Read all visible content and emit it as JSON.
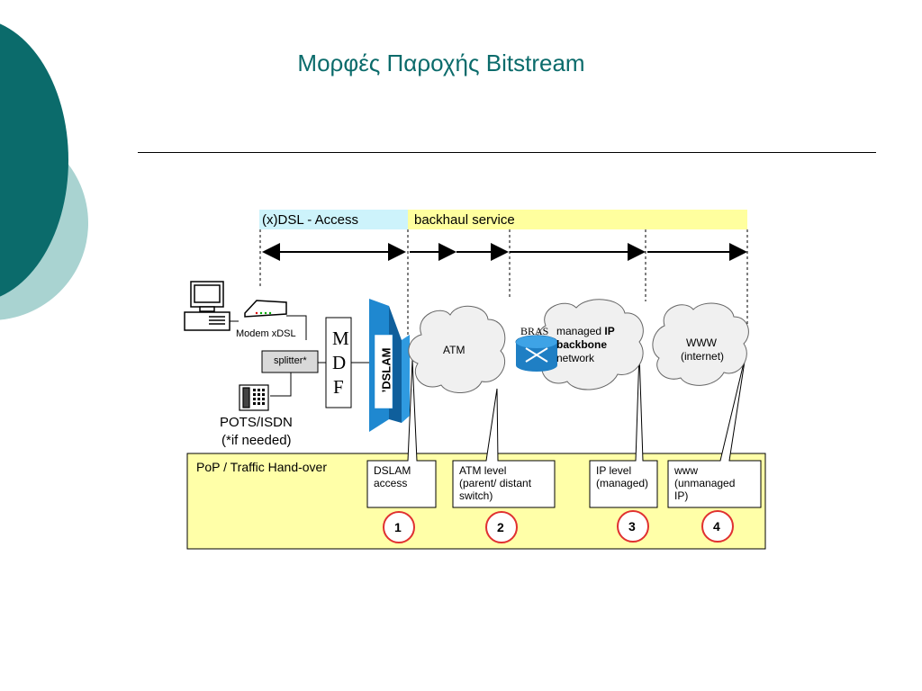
{
  "slide": {
    "title": "Μορφές Παροχής Bitstream"
  },
  "colors": {
    "teal_dark": "#0b6b6b",
    "teal_light": "#a9d3d1",
    "access_band": "#cdf3fb",
    "backhaul_band": "#ffff9e",
    "handover_box": "#ffffa8",
    "marker_red": "#e03030",
    "dslam_blue": "#1f88d0"
  },
  "diagram": {
    "bands": {
      "access": "(x)DSL - Access",
      "backhaul": "backhaul service"
    },
    "devices": {
      "modem": "Modem xDSL",
      "splitter": "splitter*",
      "pots": "POTS/ISDN",
      "pots_note": "(*if needed)",
      "mdf": [
        "M",
        "D",
        "F"
      ],
      "dslam": "DSLAM",
      "dslam_quote": "’"
    },
    "clouds": {
      "atm": "ATM",
      "bras": "BRAS",
      "ip_managed": "managed",
      "ip_bold": "IP",
      "ip_backbone": "backbone",
      "ip_network": "network",
      "www": "WWW",
      "www_sub": "(internet)"
    },
    "handover": {
      "title": "PoP / Traffic Hand-over",
      "points": [
        {
          "text": "DSLAM\naccess",
          "num": "1"
        },
        {
          "text": "ATM level\n(parent/ distant\nswitch)",
          "num": "2"
        },
        {
          "text": "IP level\n(managed)",
          "num": "3"
        },
        {
          "text": "www\n(unmanaged\nIP)",
          "num": "4"
        }
      ]
    }
  }
}
